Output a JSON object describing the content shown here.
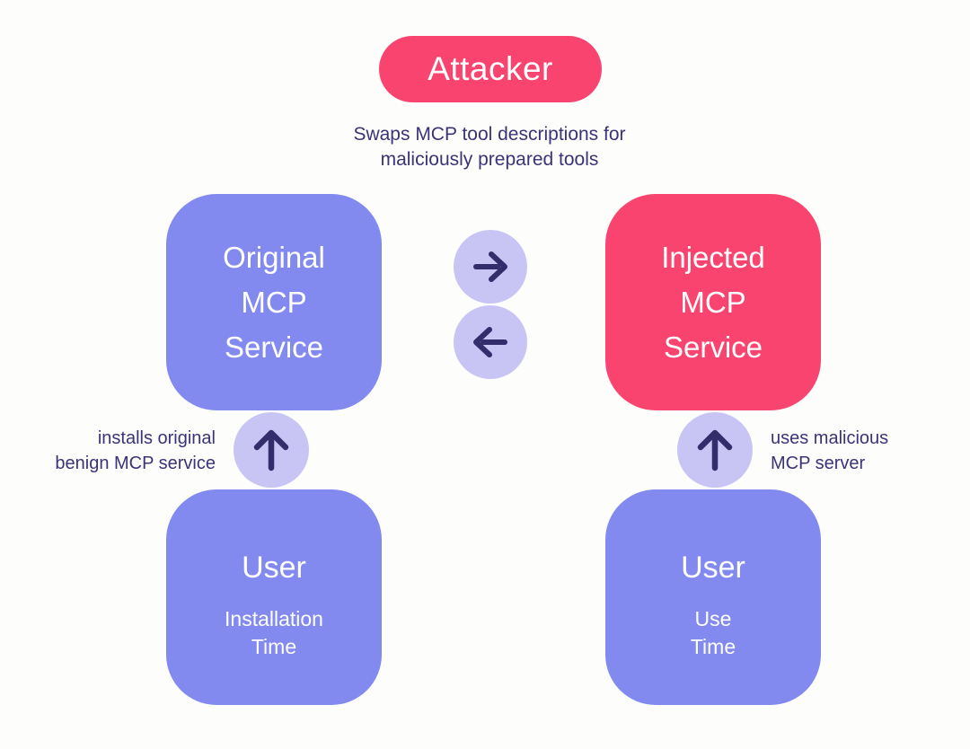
{
  "colors": {
    "background": "#FDFDFC",
    "pink": "#F9446F",
    "purple": "#828AEF",
    "light_purple": "#C8C5F4",
    "navy": "#3B3377",
    "arrow_navy": "#332D6B",
    "white_text": "#FFFFFF"
  },
  "attacker": {
    "label": "Attacker"
  },
  "caption": {
    "line1": "Swaps MCP tool descriptions for",
    "line2": "maliciously prepared tools"
  },
  "swap_arrows": {
    "to_right_icon": "arrow-right",
    "to_left_icon": "arrow-left"
  },
  "left_column": {
    "service_box": {
      "lines": [
        "Original",
        "MCP",
        "Service"
      ]
    },
    "arrow_icon": "arrow-up",
    "arrow_label": {
      "line1": "installs original",
      "line2": "benign MCP service"
    },
    "user_box": {
      "title": "User",
      "subtitle_lines": [
        "Installation",
        "Time"
      ]
    }
  },
  "right_column": {
    "service_box": {
      "lines": [
        "Injected",
        "MCP",
        "Service"
      ]
    },
    "arrow_icon": "arrow-up",
    "arrow_label": {
      "line1": "uses malicious",
      "line2": "MCP server"
    },
    "user_box": {
      "title": "User",
      "subtitle_lines": [
        "Use",
        "Time"
      ]
    }
  }
}
